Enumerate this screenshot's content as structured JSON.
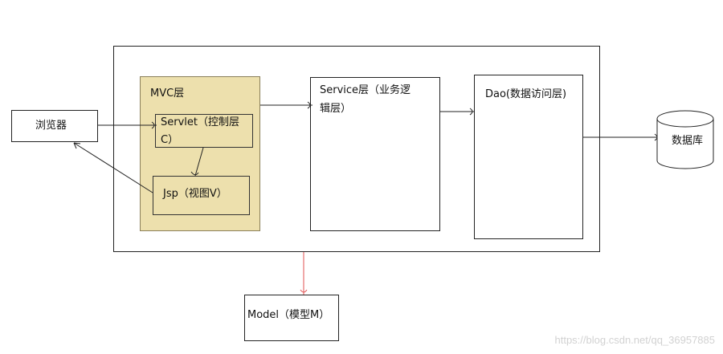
{
  "outer_system": {},
  "mvc": {
    "label": "MVC层",
    "fill_color": "#ede0ad",
    "servlet_line1": "Servlet（控制层",
    "servlet_line2": "C）",
    "jsp_label": "Jsp（视图V）"
  },
  "browser": {
    "label": "浏览器"
  },
  "service": {
    "line1": "Service层（业务逻",
    "line2": "辑层）"
  },
  "dao": {
    "label": "Dao(数据访问层)"
  },
  "database": {
    "label": "数据库"
  },
  "model": {
    "label": "Model（模型M）"
  },
  "model_arrow_color": "#e05050",
  "watermark": "https://blog.csdn.net/qq_36957885"
}
